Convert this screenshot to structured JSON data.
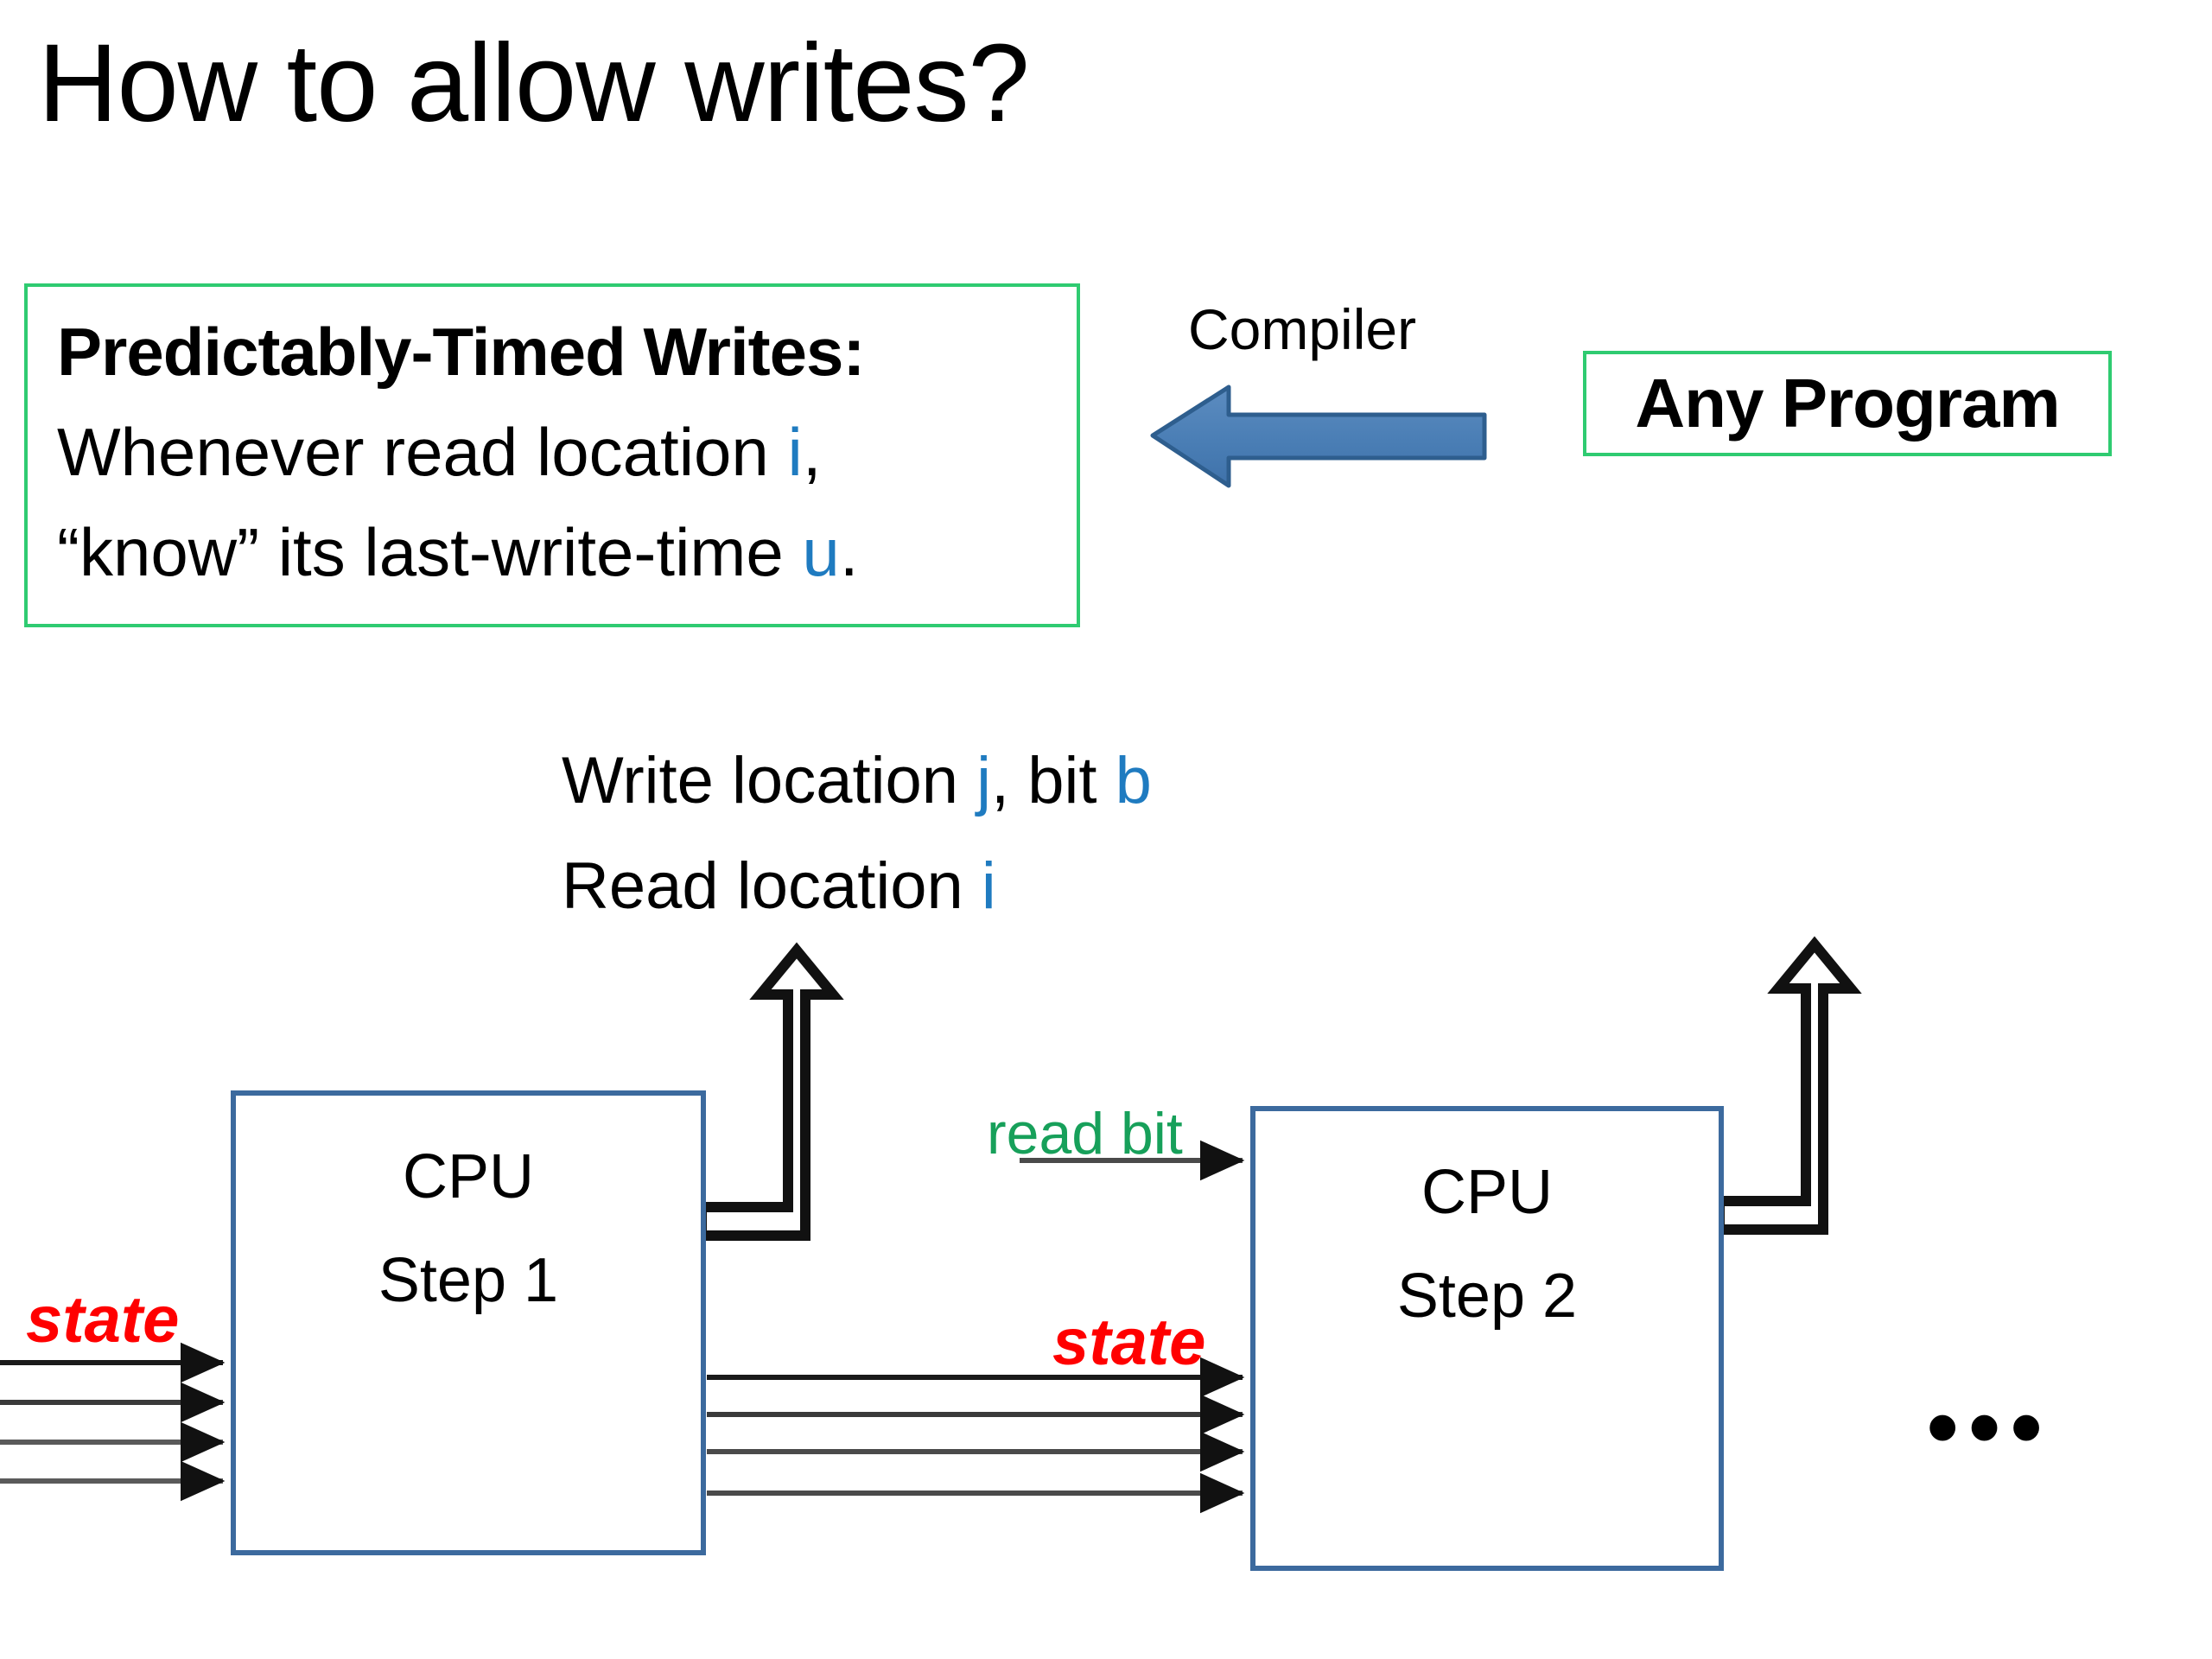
{
  "slide": {
    "title": "How to allow writes?",
    "background_color": "#FFFFFF"
  },
  "colors": {
    "accent_blue_text": "#1F7BC0",
    "green_border": "#2FCB71",
    "green_text": "#17A05A",
    "red_text": "#FF0000",
    "cpu_border_blue": "#3C6A9E",
    "arrow_fill_blue": "#4A7EB5",
    "arrow_stroke_blue": "#2E5E8E",
    "wire_black": "#1A1A1A"
  },
  "definition_box": {
    "heading": "Predictably-Timed Writes:",
    "line2_prefix": "Whenever read location ",
    "line2_var": "i",
    "line2_suffix": ",",
    "line3_prefix": "“know” its last-write-time ",
    "line3_var": "u",
    "line3_suffix": "."
  },
  "compiler": {
    "label": "Compiler",
    "arrow_direction": "left"
  },
  "any_program": {
    "label": "Any Program"
  },
  "operations": {
    "write_prefix": "Write location ",
    "write_var1": "j",
    "write_middle": ", bit ",
    "write_var2": "b",
    "read_prefix": "Read location ",
    "read_var": "i"
  },
  "cpu_step_1": {
    "line1": "CPU",
    "line2": "Step 1",
    "input_label": "state",
    "input_wire_count": 4,
    "output_wire_count": 4,
    "top_output_arrow": "hollow-elbow-up"
  },
  "cpu_step_2": {
    "line1": "CPU",
    "line2": "Step 2",
    "input_label": "state",
    "read_bit_label": "read  bit",
    "input_wire_count": 4,
    "top_output_arrow": "hollow-elbow-up"
  },
  "continuation": {
    "ellipsis": "•••"
  }
}
